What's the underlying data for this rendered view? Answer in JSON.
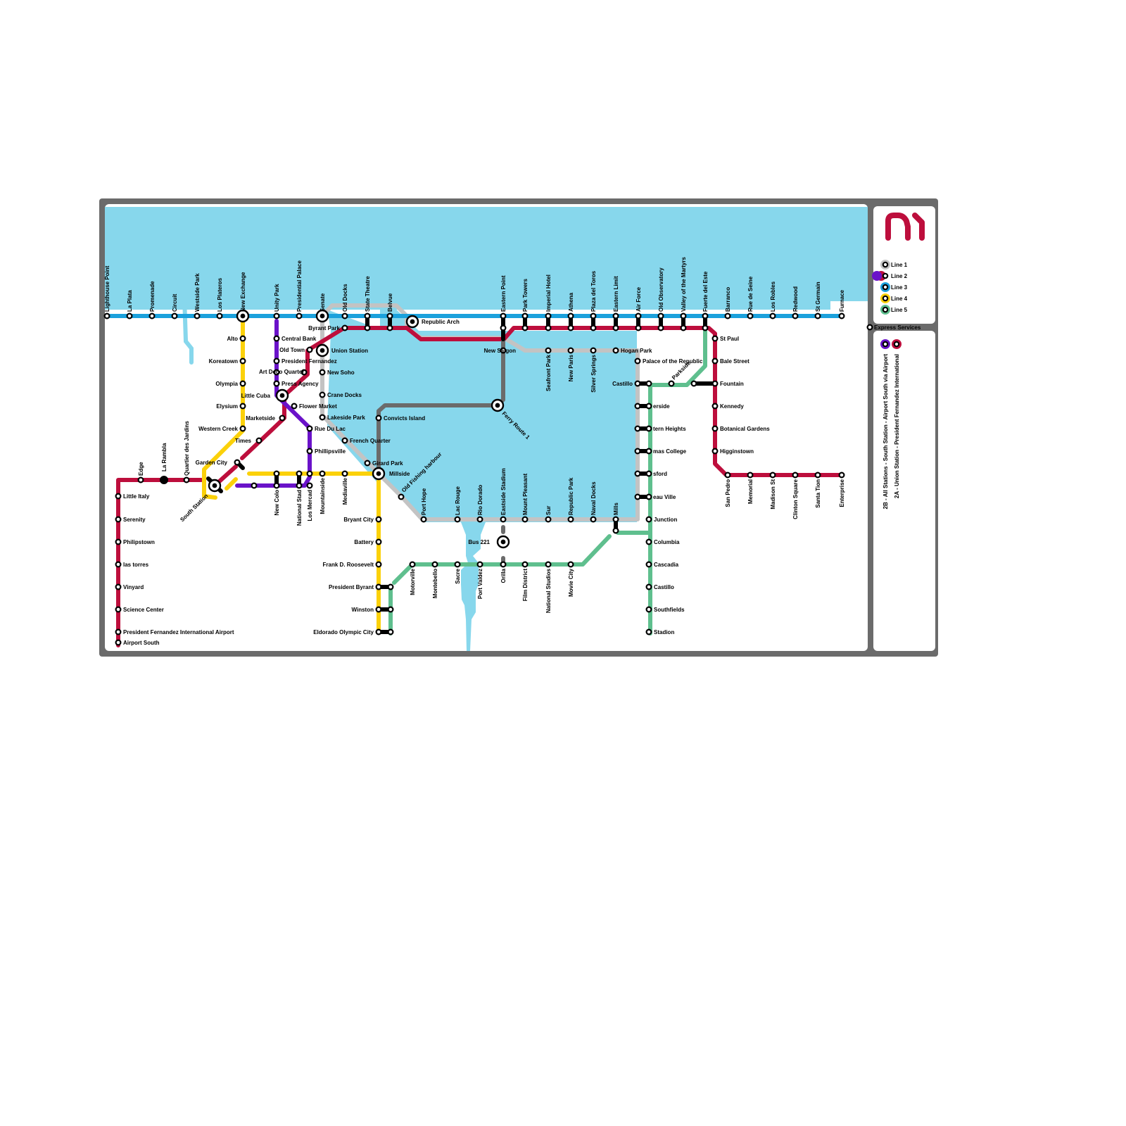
{
  "colors": {
    "frame": "#6b6b6b",
    "water": "#87d7ec",
    "line1": "#c3c3c3",
    "line2": "#6a12c9",
    "line3": "#1ba1dc",
    "line4": "#fbd10a",
    "line5": "#5fbf8e",
    "red": "#bd0e3c",
    "ferry": "#6b6b6b",
    "link": "#000000"
  },
  "logo": {
    "icon": "metro-logo-icon",
    "color": "#bd0e3c"
  },
  "legend": {
    "lines": [
      {
        "name": "Line 1",
        "color": "#c3c3c3"
      },
      {
        "name": "Line 2",
        "color": "#6a12c9"
      },
      {
        "name": "Line 3",
        "color": "#1ba1dc"
      },
      {
        "name": "Line 4",
        "color": "#fbd10a"
      },
      {
        "name": "Line 5",
        "color": "#5fbf8e"
      }
    ],
    "express_title": "Express Services",
    "express_routes": [
      "2B -  All Stations - South Station - Airport South via Airport",
      "2A - Union Station - President Fernandez International"
    ]
  },
  "stations": {
    "blue": [
      "Lighthouse Point",
      "La Plata",
      "Promenade",
      "Circuit",
      "Westside Park",
      "Los Plateros",
      "New Exchange",
      "Unity Park",
      "Presidential Palace",
      "Senate",
      "Old Docks",
      "State Theatre",
      "Belvue",
      "Eastern Point",
      "Park Towers",
      "Imperial Hotel",
      "Athena",
      "Plaza del Toros",
      "Eastern Limit",
      "Air Force",
      "Old Observatory",
      "Valley of the Martyrs",
      "Fuerte del Este",
      "Barranco",
      "Rue de Seine",
      "Los Robles",
      "Redwood",
      "St Germain",
      "Furnace"
    ],
    "yellow_vertical": [
      "Alto",
      "Koreatown",
      "Olympia",
      "Elysium",
      "Western Creek"
    ],
    "purple_vertical": [
      "Central Bank",
      "Old Town",
      "President Fernandez",
      "Art Deco Quarter",
      "Press Agency"
    ],
    "grey_vertical": [
      "New Soho",
      "Crane Docks",
      "Flower Market",
      "Lakeside Park",
      "Rue Du Lac",
      "Phillipsville"
    ],
    "central": [
      "Byrant Park",
      "Union Station",
      "Republic Arch",
      "Little Cuba",
      "Marketside",
      "Times",
      "Garden City",
      "South Station",
      "French Quarter",
      "Girard Park",
      "Millside",
      "Convicts Island",
      "Ferry Route 1",
      "Old Fishing harbour",
      "Bus 221"
    ],
    "bottom_row_labels": [
      "New Colo",
      "National Stad",
      "Los Mercad",
      "Mountainside",
      "Mediaville"
    ],
    "west": [
      "Edge",
      "La Rambla",
      "Quartier des Jardins",
      "Little Italy",
      "Serenity",
      "Philipstown",
      "las torres",
      "Vinyard",
      "Science Center",
      "President Fernandez International Airport",
      "Airport South"
    ],
    "yellow_south": [
      "Bryant City",
      "Battery",
      "Frank D. Roosevelt",
      "President Byrant",
      "Winston",
      "Eldorado Olympic City"
    ],
    "grey_south": [
      "Port Hope",
      "Lac Rouge",
      "Rio Dorado",
      "Eastside Stadium",
      "Mount Pleasant",
      "Sur",
      "Republic Park",
      "Naval Docks",
      "Mills"
    ],
    "green_south": [
      "Motorville",
      "Montebello",
      "Sacre",
      "Port Valdez",
      "Orilla",
      "Film District",
      "National Studios",
      "Movie City"
    ],
    "east_grey": [
      "New Saigon",
      "Seafront Park",
      "New Paris",
      "Silver Springs",
      "Hogan Park",
      "Palace of the Republic",
      "Castillo"
    ],
    "east_labels": [
      "erside",
      "tern Heights",
      "mas College",
      "sford",
      "eau Ville"
    ],
    "green_east": [
      "Parkside",
      "Junction",
      "Columbia",
      "Cascadia",
      "Castillo",
      "Southfields",
      "Stadion"
    ],
    "red_east": [
      "St Paul",
      "Bale Street",
      "Fountain",
      "Kennedy",
      "Botanical Gardens",
      "Higginstown",
      "San Pedro",
      "Memorial",
      "Madison St",
      "Clinton Square",
      "Santa Tion",
      "Enterprise"
    ]
  }
}
